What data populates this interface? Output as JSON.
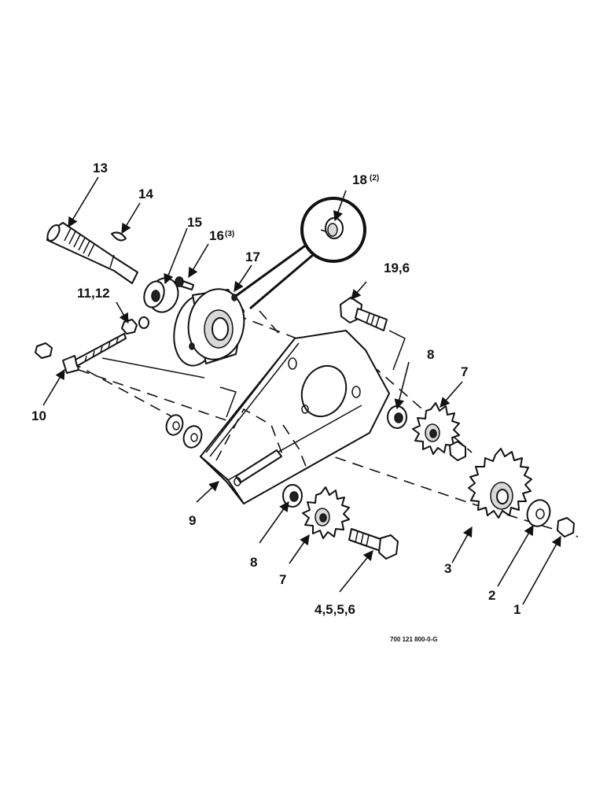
{
  "callouts": {
    "c1": "1",
    "c2": "2",
    "c3": "3",
    "c4_5_5_6": "4,5,5,6",
    "c7a": "7",
    "c7b": "7",
    "c8a": "8",
    "c8b": "8",
    "c9": "9",
    "c10": "10",
    "c11_12": "11,12",
    "c13": "13",
    "c14": "14",
    "c15": "15",
    "c16": "16",
    "c16_qty": "(3)",
    "c17": "17",
    "c18": "18",
    "c18_qty": "(2)",
    "c19_6": "19,6"
  },
  "drawing_code": "700 121 800-0-G"
}
